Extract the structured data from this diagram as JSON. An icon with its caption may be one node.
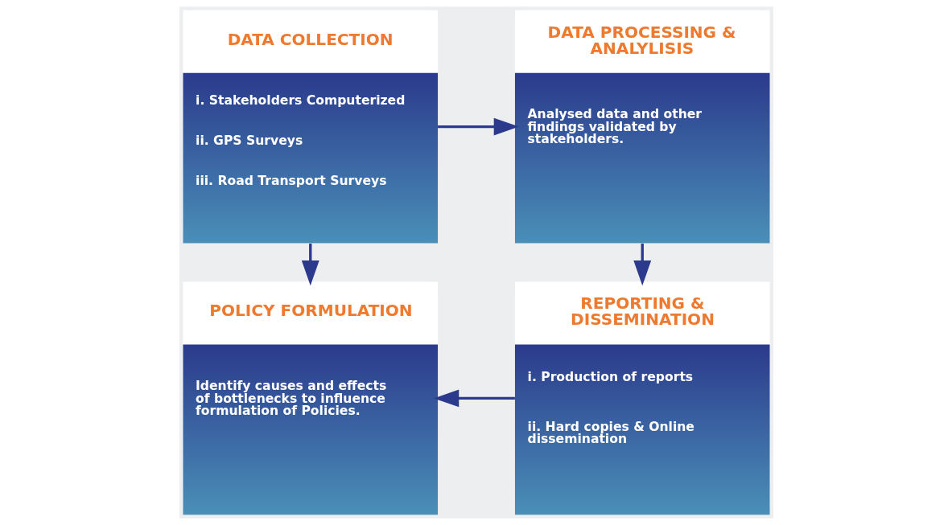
{
  "diagram": {
    "nodes": [
      {
        "text": [
          "DATA COLLECTION",
          "i. Stakeholders Computerized",
          "ii. GPS Surveys",
          "iii. Road Transport Surveys"
        ]
      },
      {
        "text": [
          "DATA PROCESSING & ANALYLISIS",
          "Analysed data and other findings validated by stakeholders."
        ]
      },
      {
        "text": [
          "POLICY FORMULATION",
          "Identify causes and effects of bottlenecks to influence formulation of Policies."
        ]
      },
      {
        "text": [
          "REPORTING & DISSEMINATION",
          "i. Production of reports",
          "ii. Hard copies & Online dissemination"
        ]
      }
    ],
    "edges": [
      {
        "from": 0,
        "to": 1,
        "arrow": "to"
      },
      {
        "from": 0,
        "to": 2,
        "arrow": "to"
      },
      {
        "from": 1,
        "to": 3,
        "arrow": "to"
      },
      {
        "from": 3,
        "to": 2,
        "arrow": "to"
      }
    ]
  }
}
